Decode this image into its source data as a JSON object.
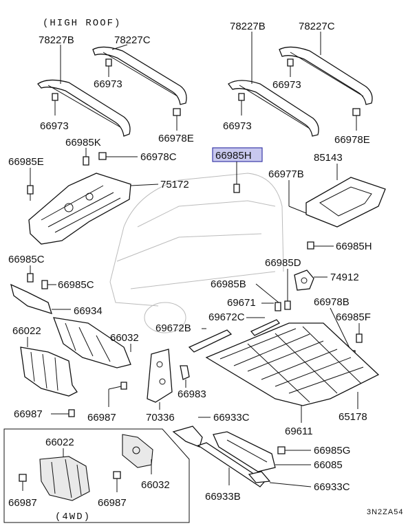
{
  "diagram": {
    "subtitle_high_roof": "(HIGH ROOF)",
    "subtitle_4wd": "(4WD)",
    "figure_code": "3N2ZA54",
    "highlight_color": "#c8c8ee",
    "labels": {
      "p78227b_l": "78227B",
      "p78227c_l": "78227C",
      "p66973_l1": "66973",
      "p66973_l2": "66973",
      "p66978e_l": "66978E",
      "p78227b_r": "78227B",
      "p78227c_r": "78227C",
      "p66973_r1": "66973",
      "p66973_r2": "66973",
      "p66978e_r": "66978E",
      "p66985k": "66985K",
      "p66985e": "66985E",
      "p66978c": "66978C",
      "p75172": "75172",
      "p66985h_top": "66985H",
      "p85143": "85143",
      "p66977b": "66977B",
      "p66985h_r": "66985H",
      "p66985c_1": "66985C",
      "p66985c_2": "66985C",
      "p66985d": "66985D",
      "p74912": "74912",
      "p66985b": "66985B",
      "p69671": "69671",
      "p66978b": "66978B",
      "p66934": "66934",
      "p69672c": "69672C",
      "p66985f": "66985F",
      "p66022": "66022",
      "p66032": "66032",
      "p69672b": "69672B",
      "p66983": "66983",
      "p66987_1": "66987",
      "p66987_2": "66987",
      "p70336": "70336",
      "p66933c_1": "66933C",
      "p69611": "69611",
      "p65178": "65178",
      "p66022_4wd": "66022",
      "p66032_4wd": "66032",
      "p66985g": "66985G",
      "p66085": "66085",
      "p66933c_2": "66933C",
      "p66987_4wd_1": "66987",
      "p66987_4wd_2": "66987",
      "p66933b": "66933B"
    }
  }
}
